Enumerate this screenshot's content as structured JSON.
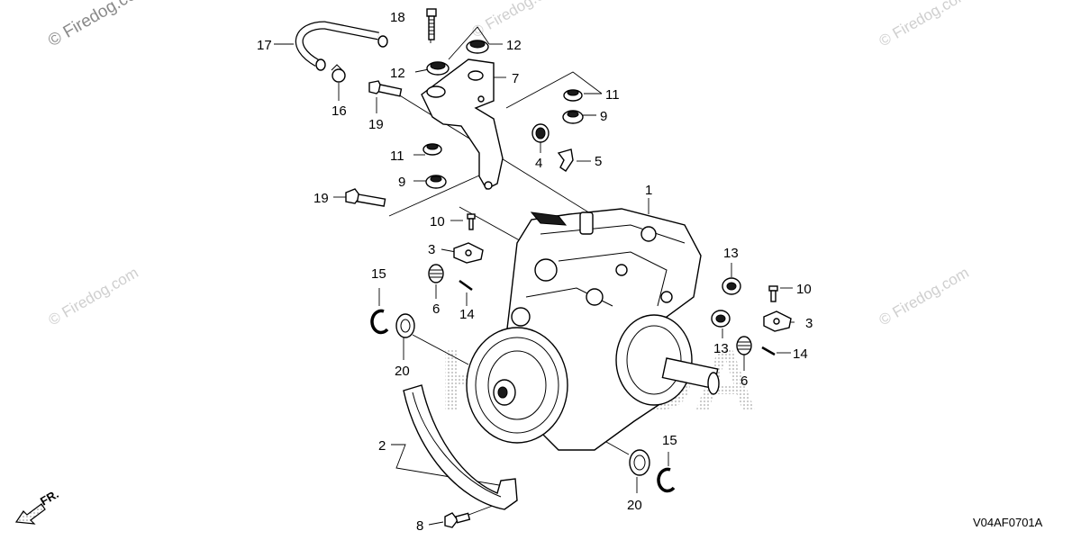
{
  "diagram": {
    "code": "V04AF0701A",
    "direction_label": "FR.",
    "brand_watermark": "HONDA",
    "watermarks": [
      "© Firedog.com",
      "© Firedog.com",
      "© Firedog.com",
      "© Firedog.com",
      "© Firedog.com"
    ],
    "callouts": {
      "c1": "1",
      "c2": "2",
      "c3a": "3",
      "c3b": "3",
      "c4": "4",
      "c5": "5",
      "c6a": "6",
      "c6b": "6",
      "c7": "7",
      "c8": "8",
      "c9a": "9",
      "c9b": "9",
      "c10a": "10",
      "c10b": "10",
      "c11a": "11",
      "c11b": "11",
      "c12a": "12",
      "c12b": "12",
      "c13a": "13",
      "c13b": "13",
      "c14a": "14",
      "c14b": "14",
      "c15a": "15",
      "c15b": "15",
      "c16": "16",
      "c17": "17",
      "c18": "18",
      "c19a": "19",
      "c19b": "19",
      "c20a": "20",
      "c20b": "20"
    }
  }
}
